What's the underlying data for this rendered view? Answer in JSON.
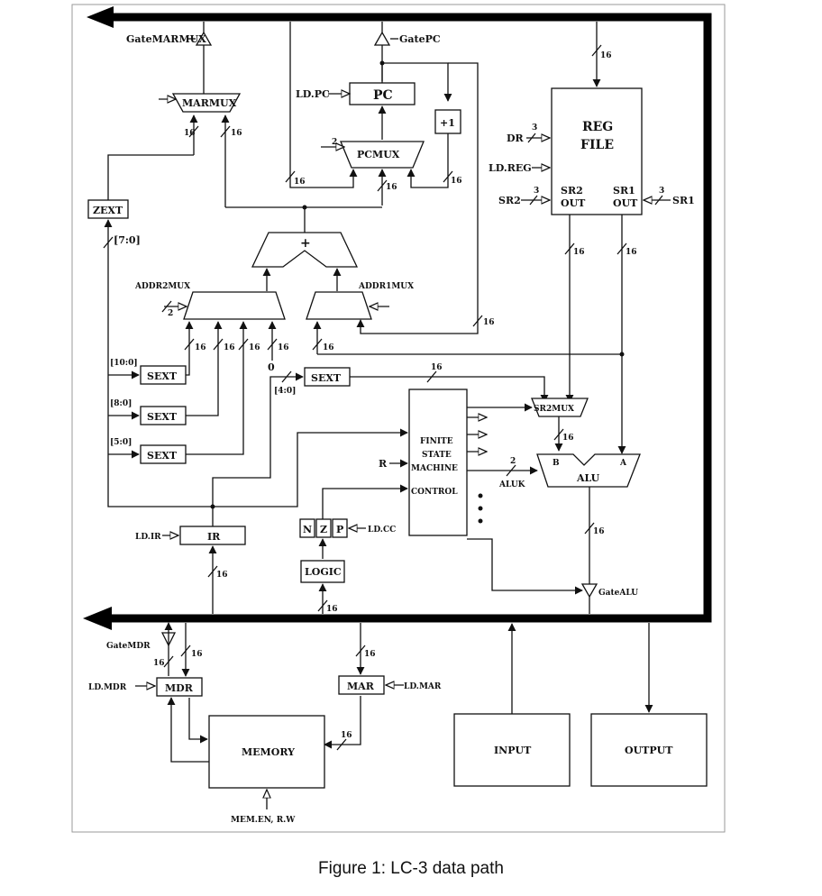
{
  "diagram": {
    "gates": {
      "gate_marmux": "GateMARMUX",
      "gate_pc": "GatePC",
      "gate_alu": "GateALU",
      "gate_mdr": "GateMDR"
    },
    "blocks": {
      "marmux": "MARMUX",
      "pc": "PC",
      "plus_one": "+1",
      "pcmux": "PCMUX",
      "reg_file_1": "REG",
      "reg_file_2": "FILE",
      "zext": "ZEXT",
      "adder": "+",
      "addr2mux": "ADDR2MUX",
      "addr1mux": "ADDR1MUX",
      "sext_a": "SEXT",
      "sext_b": "SEXT",
      "sext_c": "SEXT",
      "sext_d": "SEXT",
      "fsm_1": "FINITE",
      "fsm_2": "STATE",
      "fsm_3": "MACHINE",
      "fsm_4": "CONTROL",
      "sr2mux": "SR2MUX",
      "alu": "ALU",
      "alu_b": "B",
      "alu_a": "A",
      "ir": "IR",
      "n": "N",
      "z": "Z",
      "p": "P",
      "logic": "LOGIC",
      "mdr": "MDR",
      "mar": "MAR",
      "memory": "MEMORY",
      "input": "INPUT",
      "output": "OUTPUT"
    },
    "signals": {
      "ld_pc": "LD.PC",
      "dr": "DR",
      "ld_reg": "LD.REG",
      "sr2": "SR2",
      "sr1": "SR1",
      "sr2_out_1": "SR2",
      "sr2_out_2": "OUT",
      "sr1_out_1": "SR1",
      "sr1_out_2": "OUT",
      "r": "R",
      "aluk": "ALUK",
      "ld_ir": "LD.IR",
      "ld_cc": "LD.CC",
      "ld_mdr": "LD.MDR",
      "ld_mar": "LD.MAR",
      "mem_en": "MEM.EN, R.W",
      "zero": "0"
    },
    "bit_ranges": {
      "ir_7_0": "[7:0]",
      "ir_10_0": "[10:0]",
      "ir_8_0": "[8:0]",
      "ir_5_0": "[5:0]",
      "ir_4_0": "[4:0]"
    },
    "widths": {
      "w16": "16",
      "w3": "3",
      "w2": "2"
    }
  },
  "caption": "Figure 1: LC-3 data path"
}
